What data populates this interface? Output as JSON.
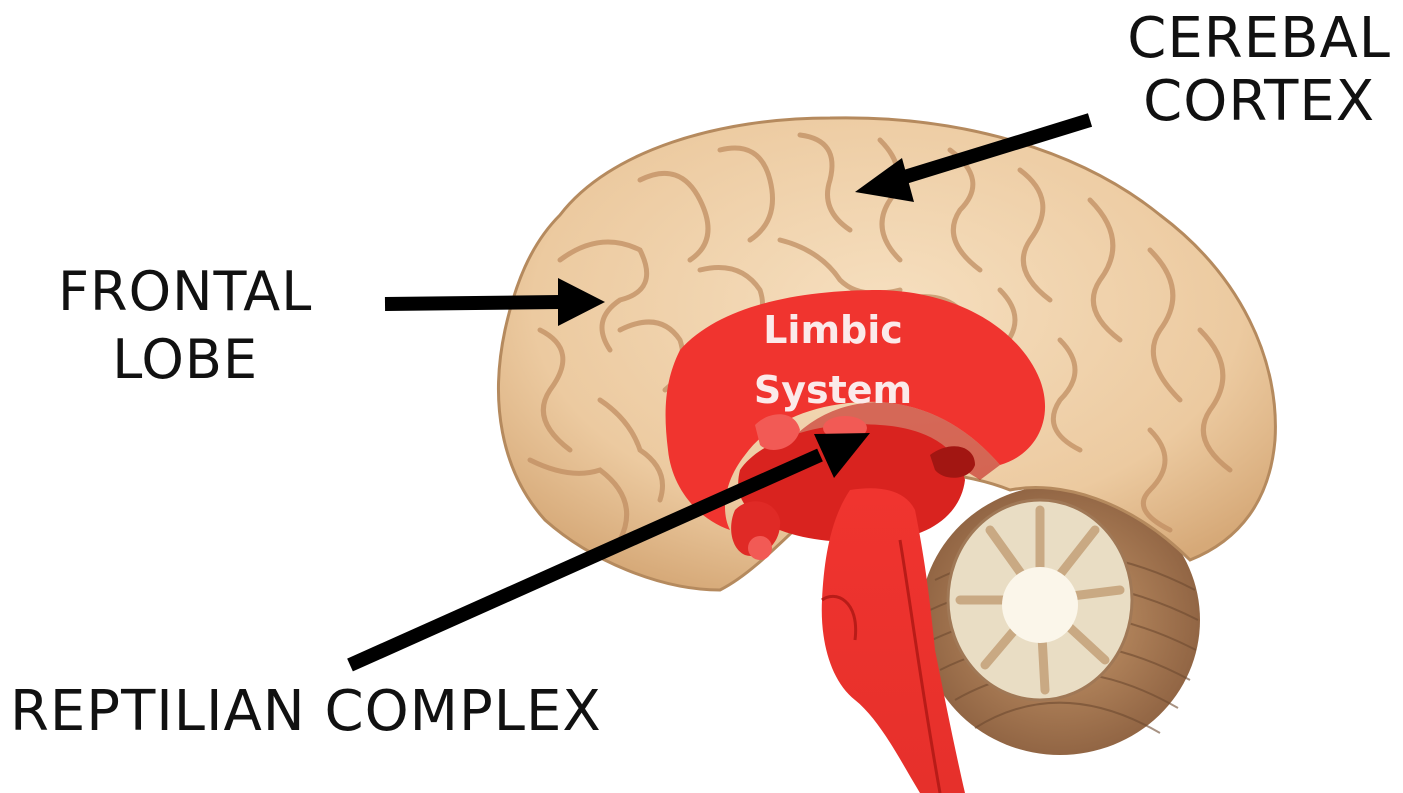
{
  "labels": {
    "cerebral_cortex": [
      "CEREBAL",
      "CORTEX"
    ],
    "frontal_lobe": [
      "FRONTAL",
      "LOBE"
    ],
    "reptilian_complex": "REPTILIAN COMPLEX",
    "limbic_system": [
      "Limbic",
      "System"
    ]
  },
  "colors": {
    "cortex": "#f1d2aa",
    "cortex_shadow": "#c99a6c",
    "limbic": "#f0342f",
    "limbic_dark": "#c3201d",
    "cerebellum": "#a87a52",
    "arrow": "#000000",
    "text": "#111111"
  }
}
